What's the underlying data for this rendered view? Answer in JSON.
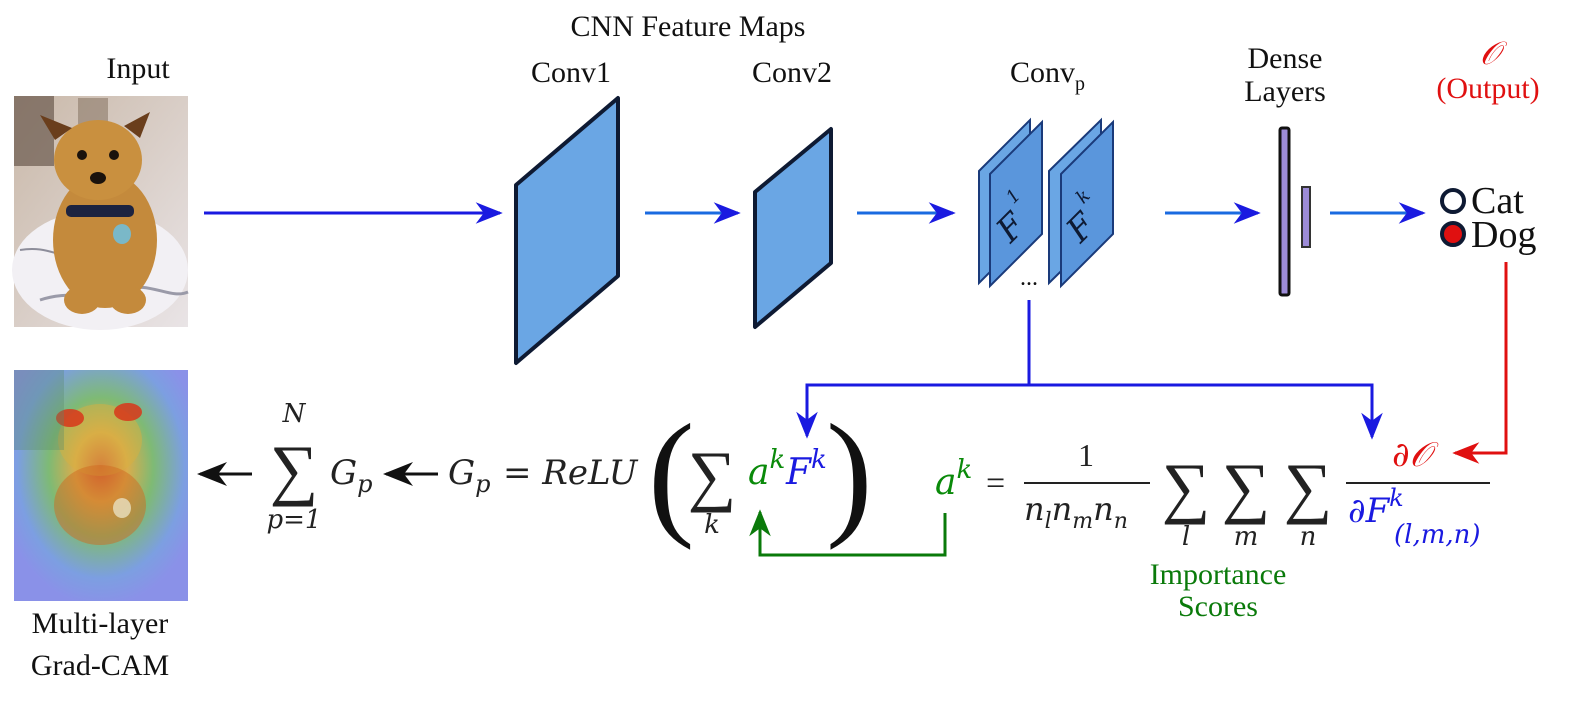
{
  "title": "CNN Feature Maps",
  "input_label": "Input",
  "output_label_multi": "Multi-layer",
  "output_label_gradcam": "Grad-CAM",
  "conv_labels": [
    "Conv1",
    "Conv2"
  ],
  "convp": {
    "base": "Conv",
    "sub": "p"
  },
  "dense": {
    "line1": "Dense",
    "line2": "Layers"
  },
  "output": {
    "symbol": "𝒪",
    "label": "(Output)"
  },
  "classes": [
    "Cat",
    "Dog"
  ],
  "feature_maps": {
    "first": "1",
    "last": "k",
    "dots": "..."
  },
  "formula": {
    "sum_top": "N",
    "sum_bottom": "p=1",
    "gp_symbol": "G",
    "gp_sub": "p",
    "relu_eq": "= ReLU",
    "sum_k_sub": "k",
    "ak": "a",
    "Fk": "F",
    "k_sup": "k",
    "one": "1",
    "n_denom": "n",
    "sub_l": "l",
    "sub_m": "m",
    "sub_n": "n",
    "partial_O": "∂𝒪",
    "partial_F": "∂F",
    "partial_F_sub": "(l,m,n)"
  },
  "importance": {
    "line1": "Importance",
    "line2": "Scores"
  },
  "colors": {
    "blue_arrow": "#1a1ae0",
    "red_arrow": "#e01010",
    "green_arrow": "#0a7a0a",
    "fmap_fill": "#6aa6e4",
    "dense_fill": "#9d8cd8",
    "math_black": "#222222",
    "math_blue": "#1a1ae0",
    "math_green": "#0a8a0a",
    "math_red": "#e01010"
  }
}
